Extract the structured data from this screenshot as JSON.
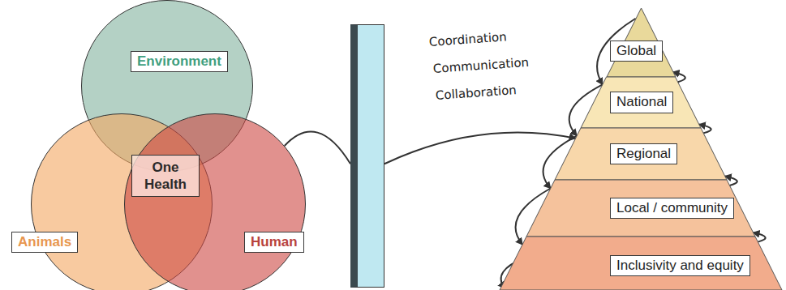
{
  "diagram": {
    "nodes": [
      {
        "text": [
          "Environment"
        ]
      },
      {
        "text": [
          "Animals"
        ]
      },
      {
        "text": [
          "Human"
        ]
      },
      {
        "text": [
          "One Health"
        ]
      },
      {
        "text": [
          "Coordination",
          "Communication",
          "Collaboration"
        ]
      },
      {
        "text": [
          "Global"
        ]
      },
      {
        "text": [
          "National"
        ]
      },
      {
        "text": [
          "Regional"
        ]
      },
      {
        "text": [
          "Local / community"
        ]
      },
      {
        "text": [
          "Inclusivity and equity"
        ]
      }
    ],
    "edges": [
      {
        "from": 2,
        "to": 4,
        "arrow": "none"
      },
      {
        "from": 4,
        "to": 7,
        "arrow": "to"
      },
      {
        "from": 5,
        "to": 6,
        "arrow": "to"
      },
      {
        "from": 6,
        "to": 7,
        "arrow": "to"
      },
      {
        "from": 7,
        "to": 8,
        "arrow": "to"
      },
      {
        "from": 8,
        "to": 9,
        "arrow": "to"
      },
      {
        "from": 9,
        "to": 8,
        "arrow": "to"
      },
      {
        "from": 8,
        "to": 7,
        "arrow": "to"
      },
      {
        "from": 7,
        "to": 6,
        "arrow": "to"
      },
      {
        "from": 6,
        "to": 5,
        "arrow": "to"
      }
    ]
  }
}
